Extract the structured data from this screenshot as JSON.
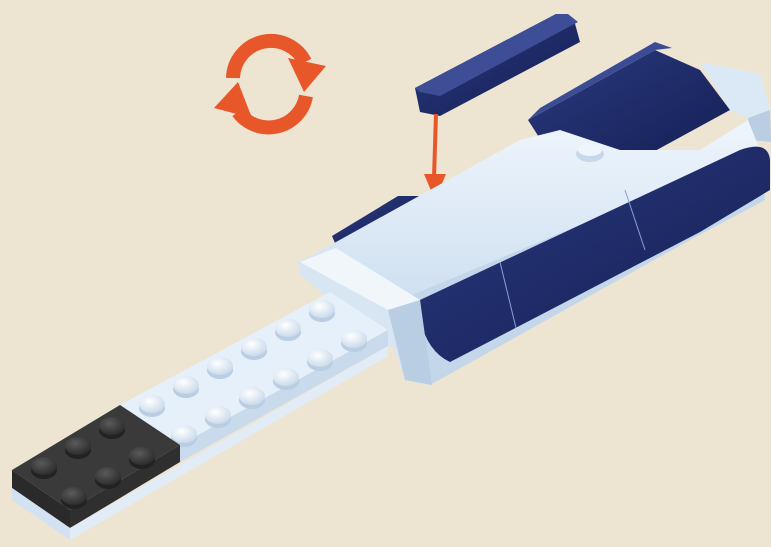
{
  "page": {
    "kind": "lego-building-instruction-step",
    "text_present": false
  },
  "colors": {
    "background": "#ede5d2",
    "rotate_arrow": "#e8572a",
    "placement_arrow": "#e8572a",
    "brick_light": "#dbe9f7",
    "brick_light_shade": "#b9cde3",
    "brick_navy": "#1c2a66",
    "brick_dark_gray": "#3a3a3a",
    "stud_light": "#f4f8fc"
  },
  "icons": {
    "rotate": "rotate-model-icon",
    "placement": "placement-arrow-icon"
  },
  "parts": {
    "new_part": "navy-curved-slope-tile",
    "model_sections": [
      "light-bluish-nose-wedge",
      "navy-curved-panels",
      "light-stud-plate",
      "dark-gray-stud-plate"
    ]
  }
}
